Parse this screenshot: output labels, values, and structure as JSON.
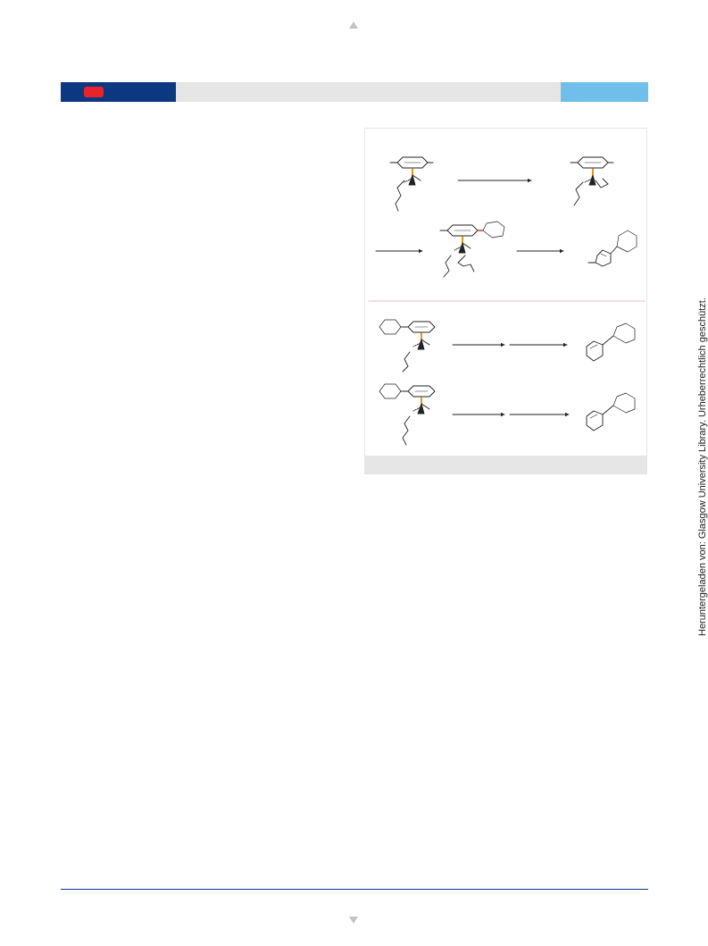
{
  "sidebar_note": "Heruntergeladen von: Glasgow University Library. Urheberrechtlich geschützt.",
  "colors": {
    "header_dark": "#0b3880",
    "header_badge": "#e8242a",
    "header_light": "#6fbfea",
    "header_grey": "#e6e6e6",
    "metal_bond": "#e68a00",
    "divider": "#f2b7c2"
  },
  "icons": {
    "up": "triangle-up",
    "down": "triangle-down"
  }
}
